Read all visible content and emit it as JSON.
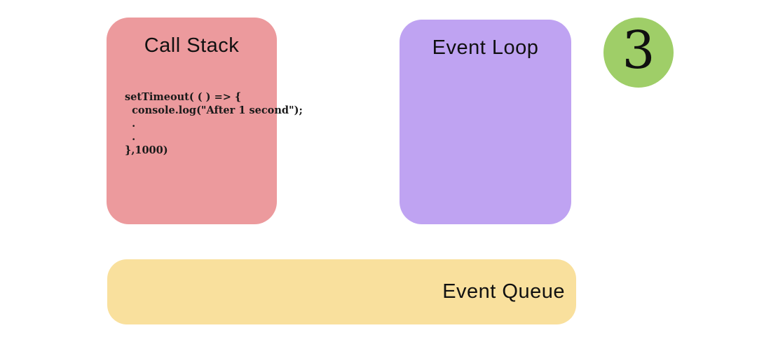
{
  "page": {
    "background_color": "#ffffff"
  },
  "diagram": {
    "call_stack": {
      "title": "Call Stack",
      "color": "#ec9a9d",
      "code_lines": [
        "setTimeout( ( ) => {",
        "  console.log(\"After 1 second\");",
        "  .",
        "  .",
        "},1000)"
      ]
    },
    "event_loop": {
      "title": "Event Loop",
      "color": "#bfa3f2"
    },
    "event_queue": {
      "title": "Event Queue",
      "color": "#f9e09d"
    },
    "step_badge": {
      "value": "3",
      "color": "#9fce68"
    }
  }
}
